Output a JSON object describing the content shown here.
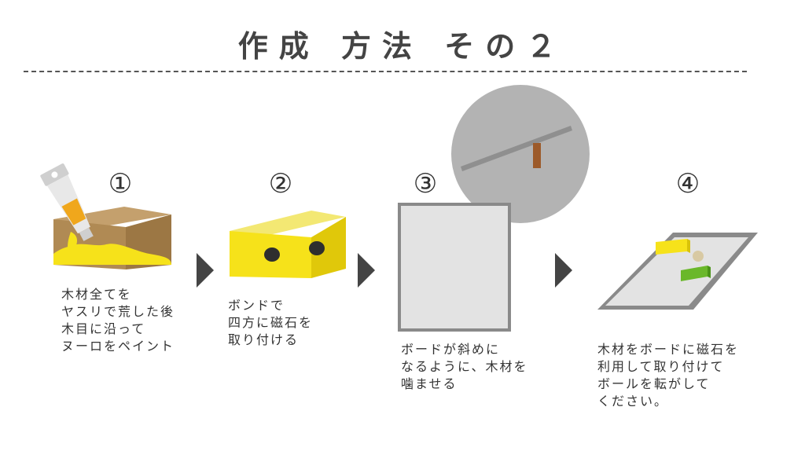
{
  "title": "作成 方法 その２",
  "steps": [
    {
      "number": "①",
      "text": "木材全てを\nヤスリで荒した後\n木目に沿って\nヌーロをペイント"
    },
    {
      "number": "②",
      "text": "ボンドで\n四方に磁石を\n取り付ける"
    },
    {
      "number": "③",
      "text": "ボードが斜めに\nなるように、木材を\n噛ませる"
    },
    {
      "number": "④",
      "text": "木材をボードに磁石を\n利用して取り付けて\nボールを転がして\nください。"
    }
  ],
  "colors": {
    "wood": "#a8824f",
    "yellow": "#f6e21a",
    "board": "#e3e3e3",
    "board_edge": "#8a8a8a",
    "magnet": "#2e2e2e",
    "green": "#6ab82a",
    "circle": "#b3b3b3"
  }
}
